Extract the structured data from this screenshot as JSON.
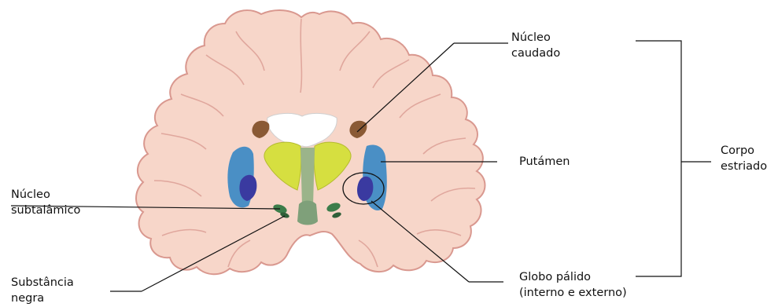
{
  "labels": {
    "nucleo_caudado": [
      "Núcleo",
      "caudado"
    ],
    "putamen": [
      "Putámen"
    ],
    "corpo_estriado": [
      "Corpo",
      "estriado"
    ],
    "nucleo_subtalamico": [
      "Núcleo",
      "subtalâmico"
    ],
    "substancia_negra": [
      "Substância",
      "negra"
    ],
    "globo_palido": [
      "Globo pálido",
      "(interno e externo)"
    ]
  },
  "colors": {
    "cortex": "#f7d6c9",
    "cortex_outline": "#d9988f",
    "caudate": "#8a5a35",
    "putamen": "#4a8fc5",
    "globus_pallidus": "#3a3aa0",
    "thalamus": "#d6df40",
    "subthalamic": "#3c7d4a",
    "lines": "#111111"
  }
}
